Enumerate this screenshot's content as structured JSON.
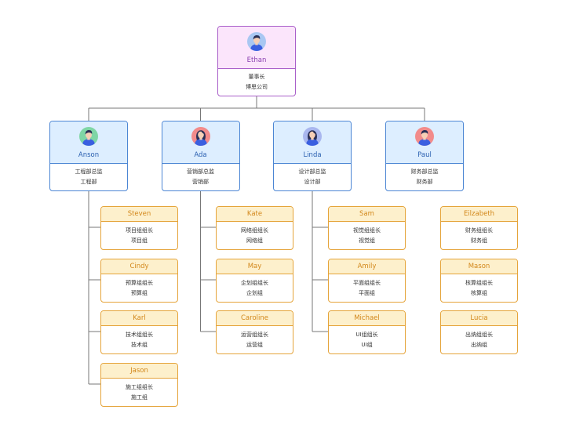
{
  "ceo": {
    "name": "Ethan",
    "title": "董事长",
    "dept": "博思公司",
    "avatar_icon": "male-avatar-icon",
    "avatar_bg": "#a9c7f2"
  },
  "directors": [
    {
      "name": "Anson",
      "title": "工程部总监",
      "dept": "工程部",
      "avatar_icon": "male-avatar-icon",
      "avatar_bg": "#7fd6a6"
    },
    {
      "name": "Ada",
      "title": "营销部总监",
      "dept": "营销部",
      "avatar_icon": "female-avatar-icon",
      "avatar_bg": "#f28b8b"
    },
    {
      "name": "Linda",
      "title": "设计部总监",
      "dept": "设计部",
      "avatar_icon": "female-avatar-icon",
      "avatar_bg": "#a9b7ef"
    },
    {
      "name": "Paul",
      "title": "财务部总监",
      "dept": "财务部",
      "avatar_icon": "male-avatar-icon",
      "avatar_bg": "#f28b8b"
    }
  ],
  "teams": [
    [
      {
        "name": "Steven",
        "title": "项目组组长",
        "dept": "项目组"
      },
      {
        "name": "Cindy",
        "title": "预算组组长",
        "dept": "预算组"
      },
      {
        "name": "Karl",
        "title": "技术组组长",
        "dept": "技术组"
      },
      {
        "name": "Jason",
        "title": "施工组组长",
        "dept": "施工组"
      }
    ],
    [
      {
        "name": "Kate",
        "title": "网络组组长",
        "dept": "网络组"
      },
      {
        "name": "May",
        "title": "企划组组长",
        "dept": "企划组"
      },
      {
        "name": "Caroline",
        "title": "运营组组长",
        "dept": "运营组"
      }
    ],
    [
      {
        "name": "Sam",
        "title": "视觉组组长",
        "dept": "视觉组"
      },
      {
        "name": "Amily",
        "title": "平面组组长",
        "dept": "平面组"
      },
      {
        "name": "Michael",
        "title": "UI组组长",
        "dept": "UI组"
      }
    ],
    [
      {
        "name": "Eilzabeth",
        "title": "财务组组长",
        "dept": "财务组"
      },
      {
        "name": "Mason",
        "title": "核算组组长",
        "dept": "核算组"
      },
      {
        "name": "Lucia",
        "title": "出纳组组长",
        "dept": "出纳组"
      }
    ]
  ],
  "colors": {
    "ceo_border": "#a95fc9",
    "ceo_fill": "#fbe5fb",
    "director_border": "#4c86d4",
    "director_fill": "#ddeeff",
    "leader_border": "#e5a43a",
    "leader_fill": "#fdf0cc",
    "connector": "#777777"
  }
}
